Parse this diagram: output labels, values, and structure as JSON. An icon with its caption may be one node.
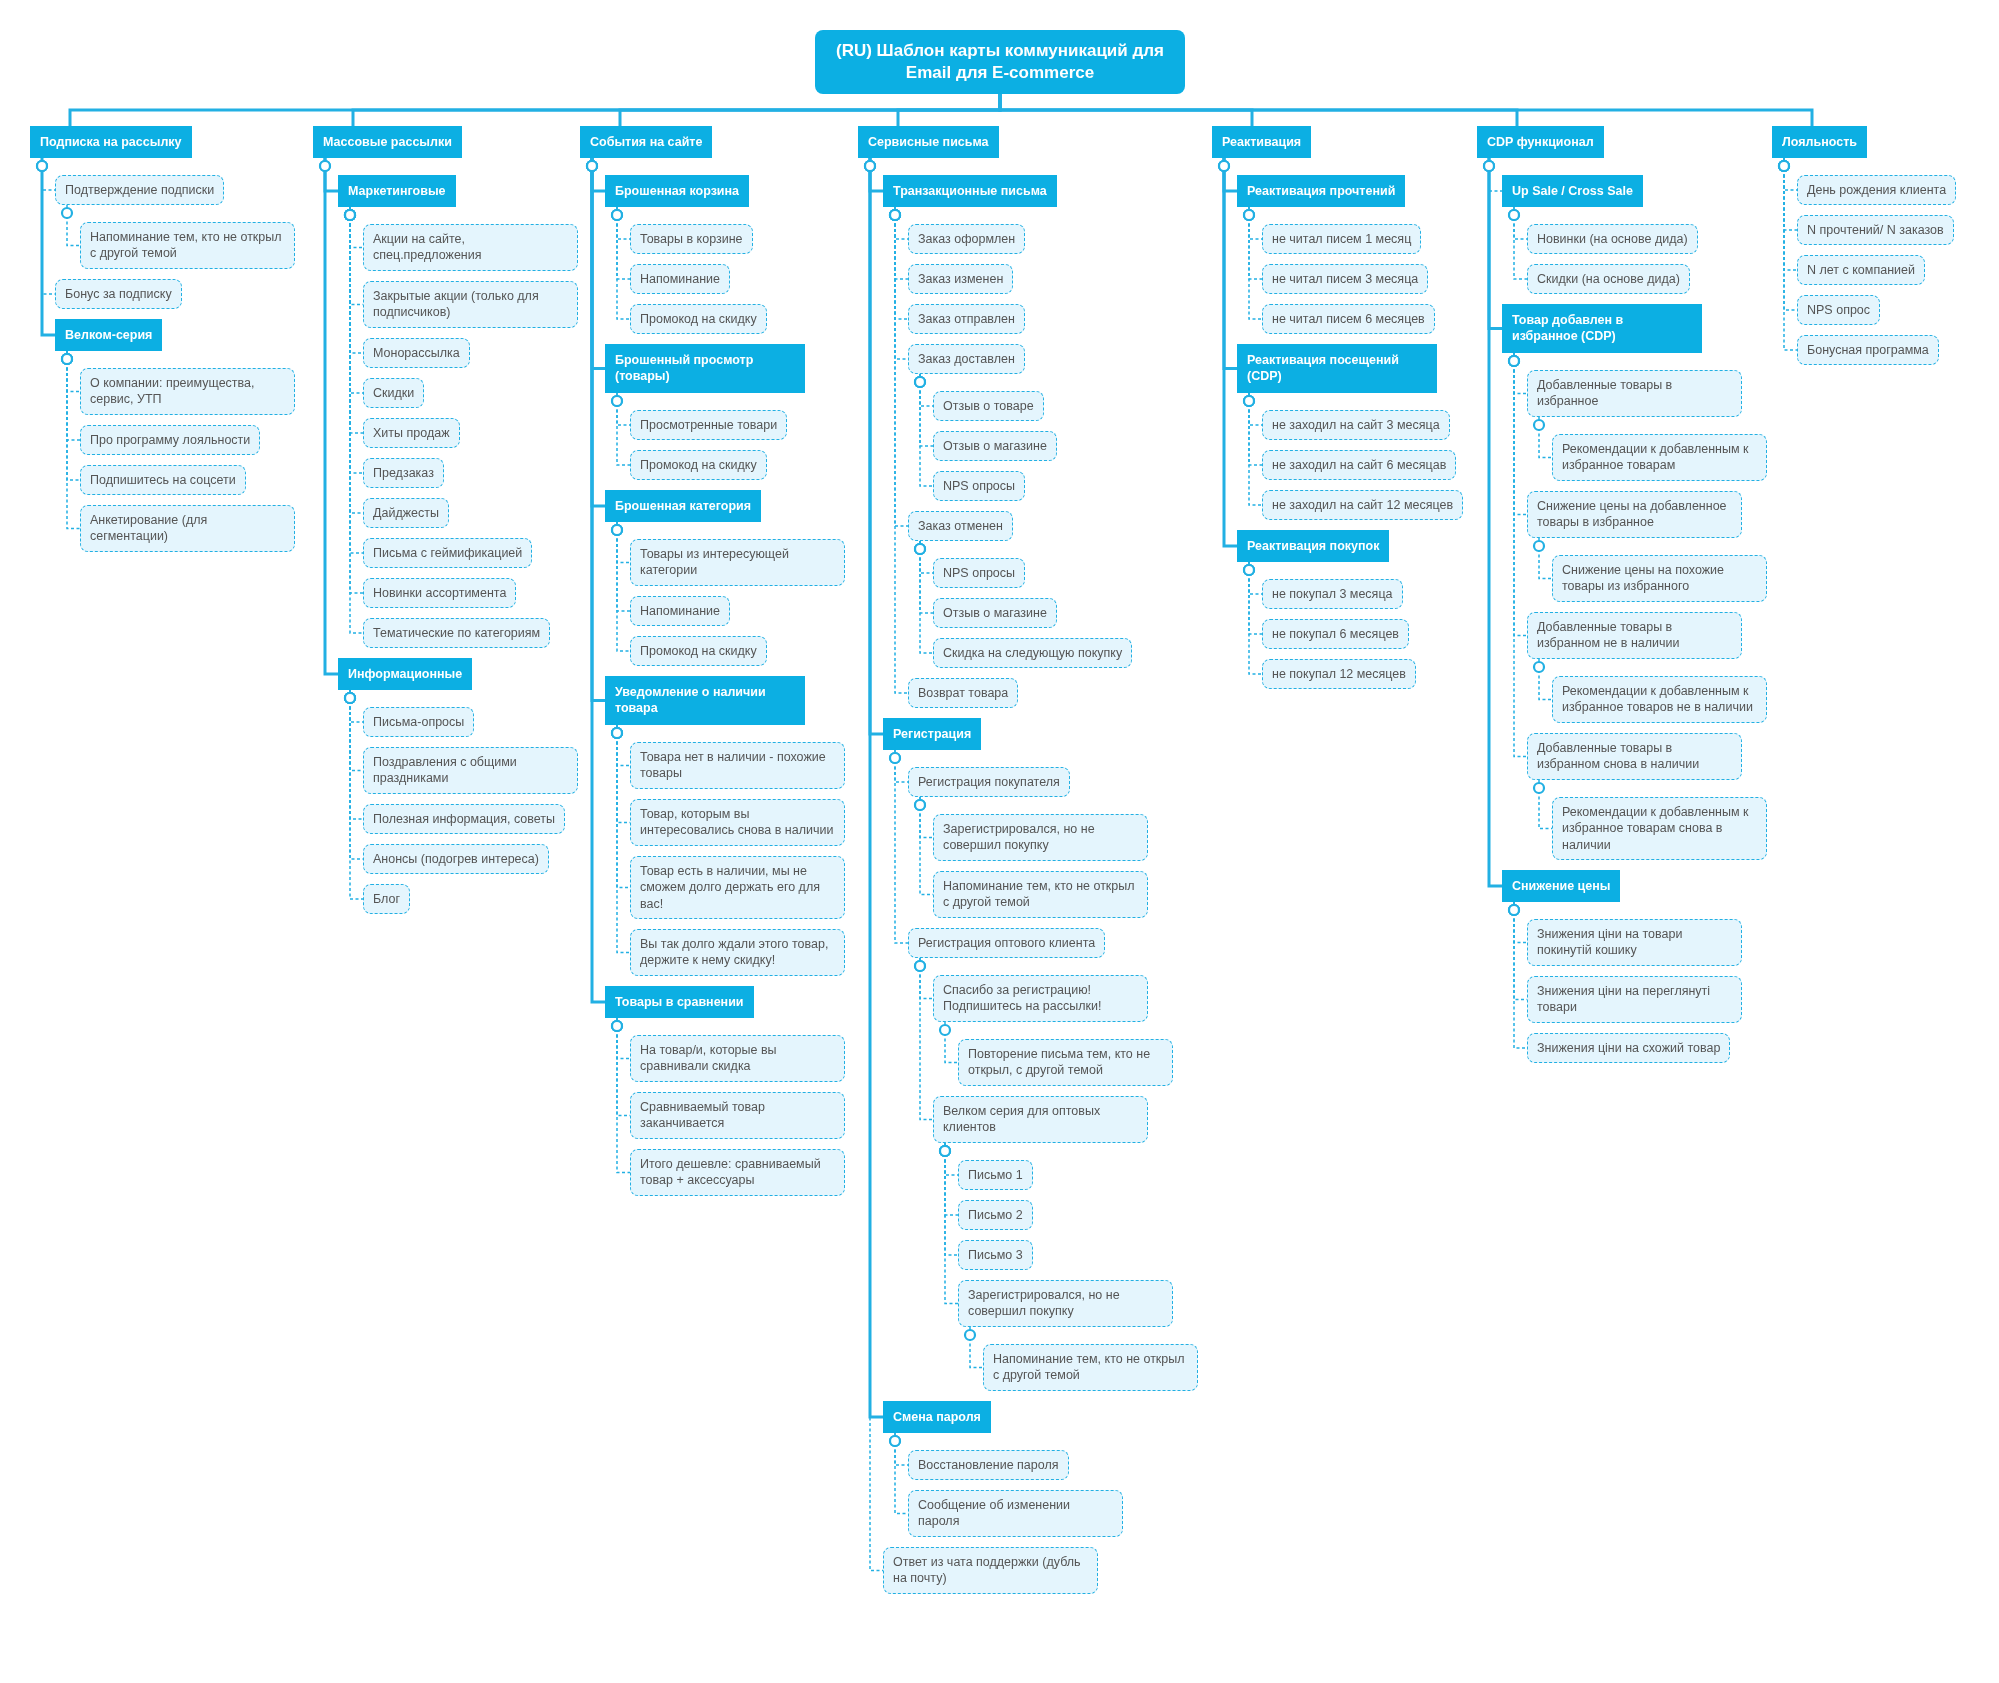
{
  "diagram": {
    "nodes": [
      {
        "text": [
          "(RU) Шаблон карты коммуникаций для Email для E-commerce"
        ]
      },
      {
        "text": [
          "Подписка на рассылку"
        ]
      },
      {
        "text": [
          "Подтверждение подписки"
        ]
      },
      {
        "text": [
          "Напоминание тем, кто не открыл с другой темой"
        ]
      },
      {
        "text": [
          "Бонус за подписку"
        ]
      },
      {
        "text": [
          "Велком-серия"
        ]
      },
      {
        "text": [
          "О компании: преимущества, сервис, УТП"
        ]
      },
      {
        "text": [
          "Про программу лояльности"
        ]
      },
      {
        "text": [
          "Подпишитесь на соцсети"
        ]
      },
      {
        "text": [
          "Анкетирование (для сегментации)"
        ]
      },
      {
        "text": [
          "Массовые рассылки"
        ]
      },
      {
        "text": [
          "Маркетинговые"
        ]
      },
      {
        "text": [
          "Акции на сайте, спец.предложения"
        ]
      },
      {
        "text": [
          "Закрытые акции (только для подписчиков)"
        ]
      },
      {
        "text": [
          "Монорассылка"
        ]
      },
      {
        "text": [
          "Скидки"
        ]
      },
      {
        "text": [
          "Хиты продаж"
        ]
      },
      {
        "text": [
          "Предзаказ"
        ]
      },
      {
        "text": [
          "Дайджесты"
        ]
      },
      {
        "text": [
          "Письма с геймификацией"
        ]
      },
      {
        "text": [
          "Новинки ассортимента"
        ]
      },
      {
        "text": [
          "Тематические по категориям"
        ]
      },
      {
        "text": [
          "Информационные"
        ]
      },
      {
        "text": [
          "Письма-опросы"
        ]
      },
      {
        "text": [
          "Поздравления с общими праздниками"
        ]
      },
      {
        "text": [
          "Полезная информация, советы"
        ]
      },
      {
        "text": [
          "Анонсы (подогрев интереса)"
        ]
      },
      {
        "text": [
          "Блог"
        ]
      },
      {
        "text": [
          "События на сайте"
        ]
      },
      {
        "text": [
          "Брошенная корзина"
        ]
      },
      {
        "text": [
          "Товары в корзине"
        ]
      },
      {
        "text": [
          "Напоминание"
        ]
      },
      {
        "text": [
          "Промокод на скидку"
        ]
      },
      {
        "text": [
          "Брошенный просмотр (товары)"
        ]
      },
      {
        "text": [
          "Просмотренные товари"
        ]
      },
      {
        "text": [
          "Промокод на скидку"
        ]
      },
      {
        "text": [
          "Брошенная категория"
        ]
      },
      {
        "text": [
          "Товары из интересующей категории"
        ]
      },
      {
        "text": [
          "Напоминание"
        ]
      },
      {
        "text": [
          "Промокод на скидку"
        ]
      },
      {
        "text": [
          "Уведомление о наличии товара"
        ]
      },
      {
        "text": [
          "Товара нет в наличии - похожие товары"
        ]
      },
      {
        "text": [
          "Товар, которым вы интересовались снова в наличии"
        ]
      },
      {
        "text": [
          "Товар есть в наличии, мы не сможем долго держать его для вас!"
        ]
      },
      {
        "text": [
          "Вы так долго ждали этого товар, держите к нему скидку!"
        ]
      },
      {
        "text": [
          "Товары в сравнении"
        ]
      },
      {
        "text": [
          "На товар/и, которые вы сравнивали скидка"
        ]
      },
      {
        "text": [
          "Сравниваемый товар заканчивается"
        ]
      },
      {
        "text": [
          "Итого дешевле: сравниваемый товар + аксессуары"
        ]
      },
      {
        "text": [
          "Сервисные письма"
        ]
      },
      {
        "text": [
          "Транзакционные письма"
        ]
      },
      {
        "text": [
          "Заказ оформлен"
        ]
      },
      {
        "text": [
          "Заказ изменен"
        ]
      },
      {
        "text": [
          "Заказ отправлен"
        ]
      },
      {
        "text": [
          "Заказ доставлен"
        ]
      },
      {
        "text": [
          "Отзыв о товаре"
        ]
      },
      {
        "text": [
          "Отзыв о магазине"
        ]
      },
      {
        "text": [
          "NPS опросы"
        ]
      },
      {
        "text": [
          "Заказ отменен"
        ]
      },
      {
        "text": [
          "NPS опросы"
        ]
      },
      {
        "text": [
          "Отзыв о магазине"
        ]
      },
      {
        "text": [
          "Скидка на следующую покупку"
        ]
      },
      {
        "text": [
          "Возврат товара"
        ]
      },
      {
        "text": [
          "Регистрация"
        ]
      },
      {
        "text": [
          "Регистрация покупателя"
        ]
      },
      {
        "text": [
          "Зарегистрировался, но не совершил покупку"
        ]
      },
      {
        "text": [
          "Напоминание тем, кто не открыл с другой темой"
        ]
      },
      {
        "text": [
          "Регистрация оптового клиента"
        ]
      },
      {
        "text": [
          "Спасибо за регистрацию! Подпишитесь на рассылки!"
        ]
      },
      {
        "text": [
          "Повторение письма тем, кто не открыл, с другой темой"
        ]
      },
      {
        "text": [
          "Велком серия для оптовых клиентов"
        ]
      },
      {
        "text": [
          "Письмо 1"
        ]
      },
      {
        "text": [
          "Письмо 2"
        ]
      },
      {
        "text": [
          "Письмо 3"
        ]
      },
      {
        "text": [
          "Зарегистрировался, но не совершил покупку"
        ]
      },
      {
        "text": [
          "Напоминание тем, кто не открыл с другой темой"
        ]
      },
      {
        "text": [
          "Смена пароля"
        ]
      },
      {
        "text": [
          "Восстановление пароля"
        ]
      },
      {
        "text": [
          "Сообщение об изменении пароля"
        ]
      },
      {
        "text": [
          "Ответ из чата поддержки (дубль на почту)"
        ]
      },
      {
        "text": [
          "Реактивация"
        ]
      },
      {
        "text": [
          "Реактивация прочтений"
        ]
      },
      {
        "text": [
          "не читал писем 1 месяц"
        ]
      },
      {
        "text": [
          "не читал писем 3 месяца"
        ]
      },
      {
        "text": [
          "не читал писем 6 месяцев"
        ]
      },
      {
        "text": [
          "Реактивация посещений (CDP)"
        ]
      },
      {
        "text": [
          "не заходил на сайт 3 месяца"
        ]
      },
      {
        "text": [
          "не заходил на сайт 6 месяцав"
        ]
      },
      {
        "text": [
          "не заходил на сайт 12 месяцев"
        ]
      },
      {
        "text": [
          "Реактивация покупок"
        ]
      },
      {
        "text": [
          "не покупал 3 месяца"
        ]
      },
      {
        "text": [
          "не покупал 6 месяцев"
        ]
      },
      {
        "text": [
          "не покупал 12 месяцев"
        ]
      },
      {
        "text": [
          "CDP функционал"
        ]
      },
      {
        "text": [
          "Up Sale / Cross Sale"
        ]
      },
      {
        "text": [
          "Новинки (на основе дида)"
        ]
      },
      {
        "text": [
          "Скидки (на основе дида)"
        ]
      },
      {
        "text": [
          "Товар добавлен в избранное (CDP)"
        ]
      },
      {
        "text": [
          "Добавленные товары в избранное"
        ]
      },
      {
        "text": [
          "Рекомендации к добавленным к избранное товарам"
        ]
      },
      {
        "text": [
          "Снижение цены на добавленное товары в избранное"
        ]
      },
      {
        "text": [
          "Снижение цены на похожие товары из избранного"
        ]
      },
      {
        "text": [
          "Добавленные товары в избранном не в наличии"
        ]
      },
      {
        "text": [
          "Рекомендации к добавленным к избранное товаров не в наличии"
        ]
      },
      {
        "text": [
          "Добавленные товары в избранном снова в наличии"
        ]
      },
      {
        "text": [
          "Рекомендации к добавленным к избранное товарам снова в наличии"
        ]
      },
      {
        "text": [
          "Снижение цены"
        ]
      },
      {
        "text": [
          "Знижения ціни на товари покинутій кошику"
        ]
      },
      {
        "text": [
          "Знижения ціни на переглянуті товари"
        ]
      },
      {
        "text": [
          "Знижения ціни на схожий товар"
        ]
      },
      {
        "text": [
          "Лояльность"
        ]
      },
      {
        "text": [
          "День рождения клиента"
        ]
      },
      {
        "text": [
          "N прочтений/ N заказов"
        ]
      },
      {
        "text": [
          "N лет с компанией"
        ]
      },
      {
        "text": [
          "NPS опрос"
        ]
      },
      {
        "text": [
          "Бонусная программа"
        ]
      }
    ],
    "edges": [
      {
        "from": 0,
        "to": 1,
        "arrow": "none"
      },
      {
        "from": 1,
        "to": 2,
        "arrow": "other",
        "style": "dashed"
      },
      {
        "from": 2,
        "to": 3,
        "arrow": "other",
        "style": "dashed"
      },
      {
        "from": 1,
        "to": 4,
        "arrow": "other",
        "style": "dashed"
      },
      {
        "from": 1,
        "to": 5,
        "arrow": "other"
      },
      {
        "from": 5,
        "to": 6,
        "arrow": "other",
        "style": "dashed"
      },
      {
        "from": 5,
        "to": 7,
        "arrow": "other",
        "style": "dashed"
      },
      {
        "from": 5,
        "to": 8,
        "arrow": "other",
        "style": "dashed"
      },
      {
        "from": 5,
        "to": 9,
        "arrow": "other",
        "style": "dashed"
      },
      {
        "from": 0,
        "to": 10,
        "arrow": "none"
      },
      {
        "from": 10,
        "to": 11,
        "arrow": "other"
      },
      {
        "from": 11,
        "to": 12,
        "arrow": "other",
        "style": "dashed"
      },
      {
        "from": 11,
        "to": 13,
        "arrow": "other",
        "style": "dashed"
      },
      {
        "from": 11,
        "to": 14,
        "arrow": "other",
        "style": "dashed"
      },
      {
        "from": 11,
        "to": 15,
        "arrow": "other",
        "style": "dashed"
      },
      {
        "from": 11,
        "to": 16,
        "arrow": "other",
        "style": "dashed"
      },
      {
        "from": 11,
        "to": 17,
        "arrow": "other",
        "style": "dashed"
      },
      {
        "from": 11,
        "to": 18,
        "arrow": "other",
        "style": "dashed"
      },
      {
        "from": 11,
        "to": 19,
        "arrow": "other",
        "style": "dashed"
      },
      {
        "from": 11,
        "to": 20,
        "arrow": "other",
        "style": "dashed"
      },
      {
        "from": 11,
        "to": 21,
        "arrow": "other",
        "style": "dashed"
      },
      {
        "from": 10,
        "to": 22,
        "arrow": "other"
      },
      {
        "from": 22,
        "to": 23,
        "arrow": "other",
        "style": "dashed"
      },
      {
        "from": 22,
        "to": 24,
        "arrow": "other",
        "style": "dashed"
      },
      {
        "from": 22,
        "to": 25,
        "arrow": "other",
        "style": "dashed"
      },
      {
        "from": 22,
        "to": 26,
        "arrow": "other",
        "style": "dashed"
      },
      {
        "from": 22,
        "to": 27,
        "arrow": "other",
        "style": "dashed"
      },
      {
        "from": 0,
        "to": 28,
        "arrow": "none"
      },
      {
        "from": 28,
        "to": 29,
        "arrow": "other"
      },
      {
        "from": 29,
        "to": 30,
        "arrow": "other",
        "style": "dashed"
      },
      {
        "from": 29,
        "to": 31,
        "arrow": "other",
        "style": "dashed"
      },
      {
        "from": 29,
        "to": 32,
        "arrow": "other",
        "style": "dashed"
      },
      {
        "from": 28,
        "to": 33,
        "arrow": "other"
      },
      {
        "from": 33,
        "to": 34,
        "arrow": "other",
        "style": "dashed"
      },
      {
        "from": 33,
        "to": 35,
        "arrow": "other",
        "style": "dashed"
      },
      {
        "from": 28,
        "to": 36,
        "arrow": "other"
      },
      {
        "from": 36,
        "to": 37,
        "arrow": "other",
        "style": "dashed"
      },
      {
        "from": 36,
        "to": 38,
        "arrow": "other",
        "style": "dashed"
      },
      {
        "from": 36,
        "to": 39,
        "arrow": "other",
        "style": "dashed"
      },
      {
        "from": 28,
        "to": 40,
        "arrow": "other"
      },
      {
        "from": 40,
        "to": 41,
        "arrow": "other",
        "style": "dashed"
      },
      {
        "from": 40,
        "to": 42,
        "arrow": "other",
        "style": "dashed"
      },
      {
        "from": 40,
        "to": 43,
        "arrow": "other",
        "style": "dashed"
      },
      {
        "from": 40,
        "to": 44,
        "arrow": "other",
        "style": "dashed"
      },
      {
        "from": 28,
        "to": 45,
        "arrow": "other"
      },
      {
        "from": 45,
        "to": 46,
        "arrow": "other",
        "style": "dashed"
      },
      {
        "from": 45,
        "to": 47,
        "arrow": "other",
        "style": "dashed"
      },
      {
        "from": 45,
        "to": 48,
        "arrow": "other",
        "style": "dashed"
      },
      {
        "from": 0,
        "to": 49,
        "arrow": "none"
      },
      {
        "from": 49,
        "to": 50,
        "arrow": "other"
      },
      {
        "from": 50,
        "to": 51,
        "arrow": "other",
        "style": "dashed"
      },
      {
        "from": 50,
        "to": 52,
        "arrow": "other",
        "style": "dashed"
      },
      {
        "from": 50,
        "to": 53,
        "arrow": "other",
        "style": "dashed"
      },
      {
        "from": 50,
        "to": 54,
        "arrow": "other",
        "style": "dashed"
      },
      {
        "from": 54,
        "to": 55,
        "arrow": "other",
        "style": "dashed"
      },
      {
        "from": 54,
        "to": 56,
        "arrow": "other",
        "style": "dashed"
      },
      {
        "from": 54,
        "to": 57,
        "arrow": "other",
        "style": "dashed"
      },
      {
        "from": 50,
        "to": 58,
        "arrow": "other",
        "style": "dashed"
      },
      {
        "from": 58,
        "to": 59,
        "arrow": "other",
        "style": "dashed"
      },
      {
        "from": 58,
        "to": 60,
        "arrow": "other",
        "style": "dashed"
      },
      {
        "from": 58,
        "to": 61,
        "arrow": "other",
        "style": "dashed"
      },
      {
        "from": 50,
        "to": 62,
        "arrow": "other",
        "style": "dashed"
      },
      {
        "from": 49,
        "to": 63,
        "arrow": "other"
      },
      {
        "from": 63,
        "to": 64,
        "arrow": "other",
        "style": "dashed"
      },
      {
        "from": 64,
        "to": 65,
        "arrow": "other",
        "style": "dashed"
      },
      {
        "from": 64,
        "to": 66,
        "arrow": "other",
        "style": "dashed"
      },
      {
        "from": 63,
        "to": 67,
        "arrow": "other",
        "style": "dashed"
      },
      {
        "from": 67,
        "to": 68,
        "arrow": "other",
        "style": "dashed"
      },
      {
        "from": 68,
        "to": 69,
        "arrow": "other",
        "style": "dashed"
      },
      {
        "from": 67,
        "to": 70,
        "arrow": "other",
        "style": "dashed"
      },
      {
        "from": 70,
        "to": 71,
        "arrow": "other",
        "style": "dashed"
      },
      {
        "from": 70,
        "to": 72,
        "arrow": "other",
        "style": "dashed"
      },
      {
        "from": 70,
        "to": 73,
        "arrow": "other",
        "style": "dashed"
      },
      {
        "from": 70,
        "to": 74,
        "arrow": "other",
        "style": "dashed"
      },
      {
        "from": 74,
        "to": 75,
        "arrow": "other",
        "style": "dashed"
      },
      {
        "from": 49,
        "to": 76,
        "arrow": "other"
      },
      {
        "from": 76,
        "to": 77,
        "arrow": "other",
        "style": "dashed"
      },
      {
        "from": 76,
        "to": 78,
        "arrow": "other",
        "style": "dashed"
      },
      {
        "from": 49,
        "to": 79,
        "arrow": "other",
        "style": "dashed"
      },
      {
        "from": 0,
        "to": 80,
        "arrow": "none"
      },
      {
        "from": 80,
        "to": 81,
        "arrow": "other"
      },
      {
        "from": 81,
        "to": 82,
        "arrow": "other",
        "style": "dashed"
      },
      {
        "from": 81,
        "to": 83,
        "arrow": "other",
        "style": "dashed"
      },
      {
        "from": 81,
        "to": 84,
        "arrow": "other",
        "style": "dashed"
      },
      {
        "from": 80,
        "to": 85,
        "arrow": "other"
      },
      {
        "from": 85,
        "to": 86,
        "arrow": "other",
        "style": "dashed"
      },
      {
        "from": 85,
        "to": 87,
        "arrow": "other",
        "style": "dashed"
      },
      {
        "from": 85,
        "to": 88,
        "arrow": "other",
        "style": "dashed"
      },
      {
        "from": 80,
        "to": 89,
        "arrow": "other"
      },
      {
        "from": 89,
        "to": 90,
        "arrow": "other",
        "style": "dashed"
      },
      {
        "from": 89,
        "to": 91,
        "arrow": "other",
        "style": "dashed"
      },
      {
        "from": 89,
        "to": 92,
        "arrow": "other",
        "style": "dashed"
      },
      {
        "from": 0,
        "to": 93,
        "arrow": "none"
      },
      {
        "from": 93,
        "to": 94,
        "arrow": "other",
        "style": "dashed"
      },
      {
        "from": 94,
        "to": 95,
        "arrow": "other",
        "style": "dashed"
      },
      {
        "from": 94,
        "to": 96,
        "arrow": "other",
        "style": "dashed"
      },
      {
        "from": 93,
        "to": 97,
        "arrow": "other"
      },
      {
        "from": 97,
        "to": 98,
        "arrow": "other",
        "style": "dashed"
      },
      {
        "from": 98,
        "to": 99,
        "arrow": "other",
        "style": "dashed"
      },
      {
        "from": 97,
        "to": 100,
        "arrow": "other",
        "style": "dashed"
      },
      {
        "from": 100,
        "to": 101,
        "arrow": "other",
        "style": "dashed"
      },
      {
        "from": 97,
        "to": 102,
        "arrow": "other",
        "style": "dashed"
      },
      {
        "from": 102,
        "to": 103,
        "arrow": "other",
        "style": "dashed"
      },
      {
        "from": 97,
        "to": 104,
        "arrow": "other",
        "style": "dashed"
      },
      {
        "from": 104,
        "to": 105,
        "arrow": "other",
        "style": "dashed"
      },
      {
        "from": 93,
        "to": 106,
        "arrow": "other"
      },
      {
        "from": 106,
        "to": 107,
        "arrow": "other",
        "style": "dashed"
      },
      {
        "from": 106,
        "to": 108,
        "arrow": "other",
        "style": "dashed"
      },
      {
        "from": 106,
        "to": 109,
        "arrow": "other",
        "style": "dashed"
      },
      {
        "from": 0,
        "to": 110,
        "arrow": "none"
      },
      {
        "from": 110,
        "to": 111,
        "arrow": "other",
        "style": "dashed"
      },
      {
        "from": 110,
        "to": 112,
        "arrow": "other",
        "style": "dashed"
      },
      {
        "from": 110,
        "to": 113,
        "arrow": "other",
        "style": "dashed"
      },
      {
        "from": 110,
        "to": 114,
        "arrow": "other",
        "style": "dashed"
      },
      {
        "from": 110,
        "to": 115,
        "arrow": "other",
        "style": "dashed"
      }
    ]
  }
}
